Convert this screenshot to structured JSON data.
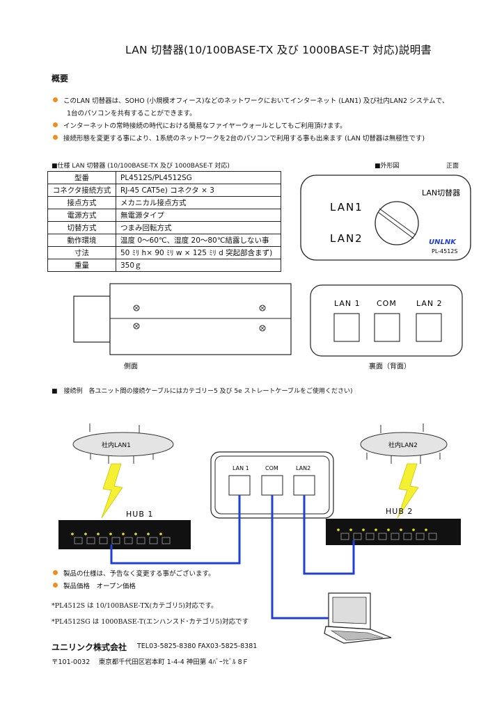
{
  "title": "LAN 切替器(10/100BASE-TX 及び 1000BASE-T 対応)説明書",
  "overview": {
    "heading": "概要",
    "bullets": [
      "このLAN 切替器は、SOHO (小規模オフィース)などのネットワークにおいてインターネット (LAN1) 及び社内LAN2 システムで、",
      "インターネットの常時接続の時代における簡易なファイヤーウォールとしてもご利用頂けます。",
      "接続形態を変更する事により、1系統のネットワークを2台のパソコンで利用する事も出来ます (LAN 切替器は無極性です)"
    ],
    "bullet1_cont": "1台のパソコンを共有することができます。"
  },
  "spec": {
    "heading": "■仕様  LAN 切替器 (10/100BASE-TX 及び 1000BASE-T 対応)",
    "rows": [
      {
        "k": "型番",
        "v": "PL4512S/PL4512SG"
      },
      {
        "k": "コネクタ接続方式",
        "v": "RJ-45   CAT5e) コネクタ  ×  3"
      },
      {
        "k": "接点方式",
        "v": "メカニカル接点方式"
      },
      {
        "k": "電源方式",
        "v": "無電源タイプ"
      },
      {
        "k": "切替方式",
        "v": "つまみ回転方式"
      },
      {
        "k": "動作環境",
        "v": "温度 0～60℃、湿度 20～80℃結露しない事"
      },
      {
        "k": "寸法",
        "v": "50 ﾐﾘ h× 90 ﾐﾘ w × 125 ﾐﾘ d  突起部含まず)"
      },
      {
        "k": "重量",
        "v": "350ｇ"
      }
    ]
  },
  "exterior": {
    "label": "■外形図",
    "front_label": "正面",
    "device_name": "LAN切替器",
    "lan1": "LAN1",
    "lan2": "LAN2",
    "brand": "UNLNK",
    "model": "PL-4512S",
    "side_caption": "側面",
    "back_caption": "裏面（背面）",
    "back_ports": [
      "LAN 1",
      "COM",
      "LAN 2"
    ]
  },
  "connection": {
    "label": "■　接続例　各ユニット間の接続ケーブルにはカテゴリー5 及び 5e ストレートケーブルをご使用ください)",
    "cloud1": "社内LAN1",
    "cloud2": "社内LAN2",
    "hub1": "HUB 1",
    "hub2": "HUB 2",
    "switch_ports": [
      "LAN 1",
      "COM",
      "LAN2"
    ],
    "cable_color": "#1f3fd6",
    "bolt_color": "#f5f032"
  },
  "notes": {
    "bullets": [
      "製品の仕様は、予告なく変更する事がございます。",
      "製品価格　オープン価格"
    ],
    "models": [
      "*PL4512S は 10/100BASE-TX(カテゴリ5)対応です。",
      "*PL4512SG は 1000BASE-T(エンハンスド･カテゴリ5)対応です"
    ]
  },
  "footer": {
    "company": "ユニリンク株式会社",
    "tel": "TEL03-5825-8380  FAX03-5825-8381",
    "address": "〒101-0032　 東京都千代田区岩本町 1-4-4  神田第 4ﾊﾞｰｸﾋﾞﾙ 8Ｆ"
  },
  "colors": {
    "bullet": "#f28c1a",
    "accent_blue": "#1f3fd6"
  }
}
